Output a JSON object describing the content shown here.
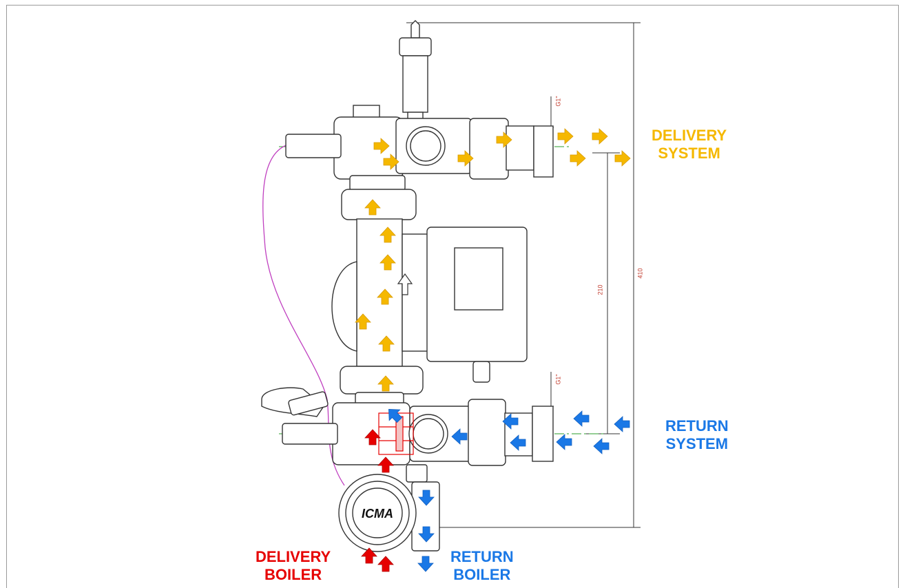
{
  "labels": {
    "delivery_system": [
      "DELIVERY",
      "SYSTEM"
    ],
    "return_system": [
      "RETURN",
      "SYSTEM"
    ],
    "delivery_boiler": [
      "DELIVERY",
      "BOILER"
    ],
    "return_boiler": [
      "RETURN",
      "BOILER"
    ]
  },
  "dimensions": {
    "overall_height": "410",
    "axis_distance": "210",
    "thread_top": "G1\"",
    "thread_bottom": "G1\""
  },
  "brand": "ICMA",
  "colors": {
    "delivery_system": "#f5b800",
    "return_system": "#1a78e6",
    "delivery_boiler": "#e60000",
    "return_boiler": "#1a78e6",
    "dimension": "#c0392b",
    "capillary": "#c040c0",
    "line": "#333333"
  }
}
